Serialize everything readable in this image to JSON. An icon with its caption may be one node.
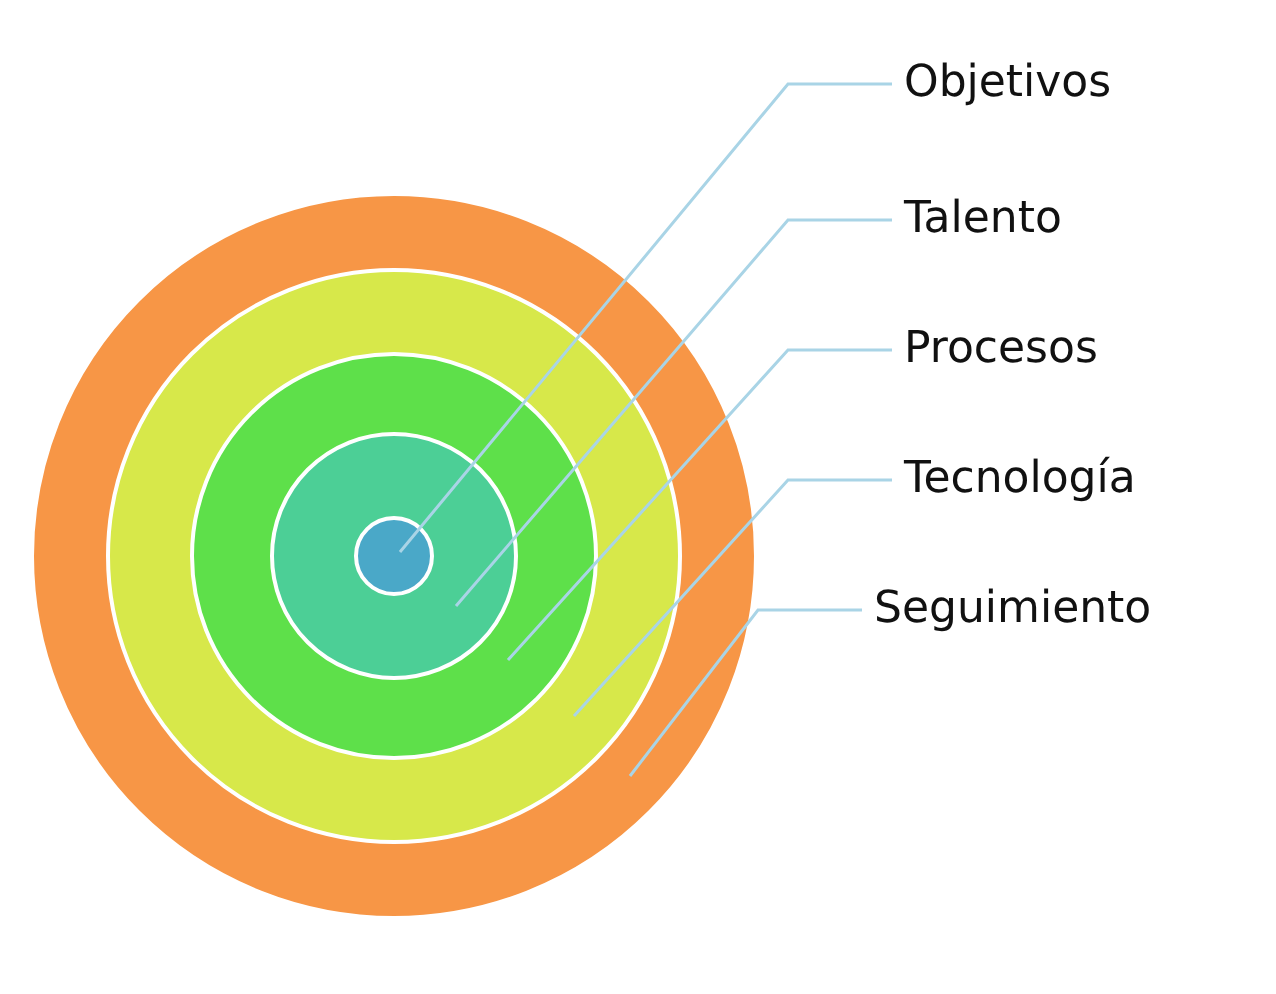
{
  "diagram": {
    "nodes": [
      {
        "text": [
          "Objetivos"
        ]
      },
      {
        "text": [
          "Talento"
        ]
      },
      {
        "text": [
          "Procesos"
        ]
      },
      {
        "text": [
          "Tecnología"
        ]
      },
      {
        "text": [
          "Seguimiento"
        ]
      },
      {
        "text": [],
        "shape": "circle"
      },
      {
        "text": [],
        "shape": "circle",
        "in": 5
      },
      {
        "text": [],
        "shape": "circle",
        "in": 6
      },
      {
        "text": [],
        "shape": "circle",
        "in": 7
      },
      {
        "text": [],
        "shape": "circle",
        "in": 8
      }
    ],
    "edges": [
      {
        "from": 0,
        "to": 9,
        "arrow": "none"
      },
      {
        "from": 1,
        "to": 8,
        "arrow": "none"
      },
      {
        "from": 2,
        "to": 7,
        "arrow": "none"
      },
      {
        "from": 3,
        "to": 6,
        "arrow": "none"
      },
      {
        "from": 4,
        "to": 5,
        "arrow": "none"
      }
    ]
  }
}
